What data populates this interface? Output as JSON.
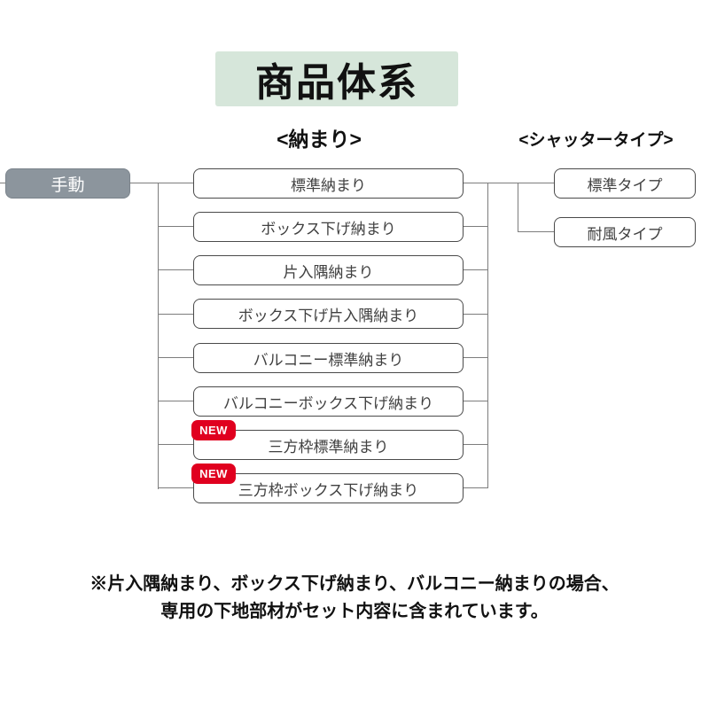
{
  "title": "商品体系",
  "headers": {
    "nakamari": "<納まり>",
    "shutter_type": "<シャッタータイプ>"
  },
  "root": {
    "label": "手動"
  },
  "nakamari_items": [
    {
      "label": "標準納まり",
      "badge": ""
    },
    {
      "label": "ボックス下げ納まり",
      "badge": ""
    },
    {
      "label": "片入隅納まり",
      "badge": ""
    },
    {
      "label": "ボックス下げ片入隅納まり",
      "badge": ""
    },
    {
      "label": "バルコニー標準納まり",
      "badge": ""
    },
    {
      "label": "バルコニーボックス下げ納まり",
      "badge": ""
    },
    {
      "label": "三方枠標準納まり",
      "badge": "NEW"
    },
    {
      "label": "三方枠ボックス下げ納まり",
      "badge": "NEW"
    }
  ],
  "shutter_items": [
    {
      "label": "標準タイプ"
    },
    {
      "label": "耐風タイプ"
    }
  ],
  "note_lines": {
    "line1": "※片入隅納まり、ボックス下げ納まり、バルコニー納まりの場合、",
    "line2": "専用の下地部材がセット内容に含まれています。"
  },
  "colors": {
    "title_bg": "#d6e6da",
    "root_box_bg": "#8c959d",
    "badge_bg": "#e0001f",
    "box_border": "#4a4a4a",
    "connector_line": "#7d7d7d"
  }
}
